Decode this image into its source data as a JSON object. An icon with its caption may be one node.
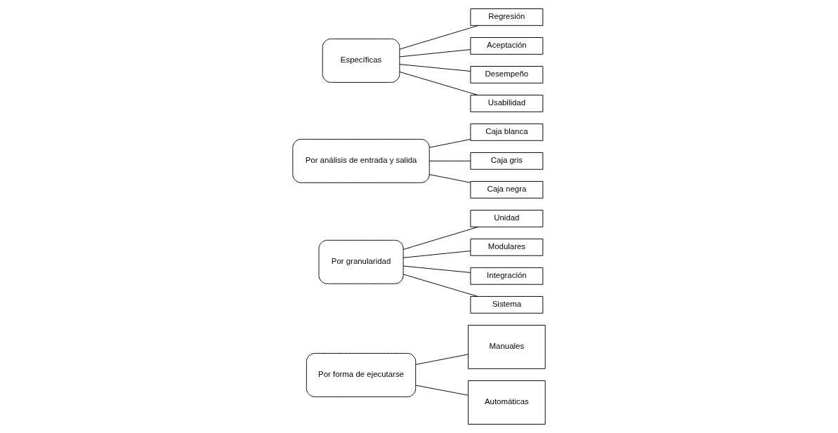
{
  "diagram": {
    "nodes": [
      {
        "text": [
          "Por forma de ejecutarse"
        ]
      },
      {
        "text": [
          "Manuales"
        ]
      },
      {
        "text": [
          "Automáticas"
        ]
      },
      {
        "text": [
          "Por granularidad"
        ]
      },
      {
        "text": [
          "Unidad"
        ]
      },
      {
        "text": [
          "Modulares"
        ]
      },
      {
        "text": [
          "Integración"
        ]
      },
      {
        "text": [
          "Sistema"
        ]
      },
      {
        "text": [
          "Por análisis de entrada y salida"
        ]
      },
      {
        "text": [
          "Caja blanca"
        ]
      },
      {
        "text": [
          "Caja gris"
        ]
      },
      {
        "text": [
          "Caja negra"
        ]
      },
      {
        "text": [
          "Específicas"
        ]
      },
      {
        "text": [
          "Regresión"
        ]
      },
      {
        "text": [
          "Aceptación"
        ]
      },
      {
        "text": [
          "Desempeño"
        ]
      },
      {
        "text": [
          "Usabilidad"
        ]
      }
    ],
    "edges": [
      {
        "from": 0,
        "to": 1,
        "arrow": "none"
      },
      {
        "from": 0,
        "to": 2,
        "arrow": "none"
      },
      {
        "from": 3,
        "to": 4,
        "arrow": "none"
      },
      {
        "from": 3,
        "to": 5,
        "arrow": "none"
      },
      {
        "from": 3,
        "to": 6,
        "arrow": "none"
      },
      {
        "from": 3,
        "to": 7,
        "arrow": "none"
      },
      {
        "from": 8,
        "to": 9,
        "arrow": "none"
      },
      {
        "from": 8,
        "to": 10,
        "arrow": "none"
      },
      {
        "from": 8,
        "to": 11,
        "arrow": "none"
      },
      {
        "from": 12,
        "to": 13,
        "arrow": "none"
      },
      {
        "from": 12,
        "to": 14,
        "arrow": "none"
      },
      {
        "from": 12,
        "to": 15,
        "arrow": "none"
      },
      {
        "from": 12,
        "to": 16,
        "arrow": "none"
      }
    ]
  }
}
